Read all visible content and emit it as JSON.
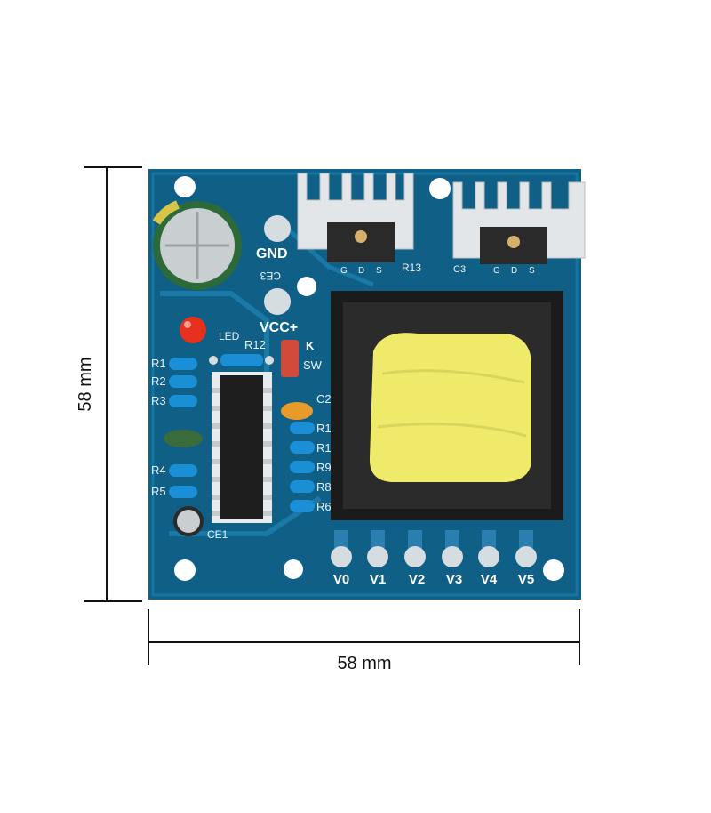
{
  "dimensions": {
    "height_label": "58 mm",
    "width_label": "58 mm"
  },
  "board": {
    "color": "#0f5f86",
    "labels": {
      "gnd": "GND",
      "vcc": "VCC+",
      "led": "LED",
      "k": "K",
      "sw": "SW",
      "r12": "R12",
      "r13": "R13",
      "ce3": "CE3",
      "ce1": "CE1",
      "c2": "C2",
      "c3": "C3",
      "gds_left": [
        "G",
        "D",
        "S"
      ],
      "gds_right": [
        "G",
        "D",
        "S"
      ],
      "resistors_left": [
        "R1",
        "R2",
        "R3",
        "R4",
        "R5"
      ],
      "resistors_right": [
        "R1",
        "R1",
        "R9",
        "R8",
        "R6"
      ]
    },
    "outputs": [
      "V0",
      "V1",
      "V2",
      "V3",
      "V4",
      "V5"
    ]
  },
  "colors": {
    "transformer_core": "#1b1b1b",
    "tape": "#f0ea6a",
    "resistor": "#1b8fd6",
    "led": "#e8301e",
    "capacitor_orange": "#e89a2a",
    "capacitor_green": "#3a6b3a",
    "jumper": "#d24a3a"
  }
}
